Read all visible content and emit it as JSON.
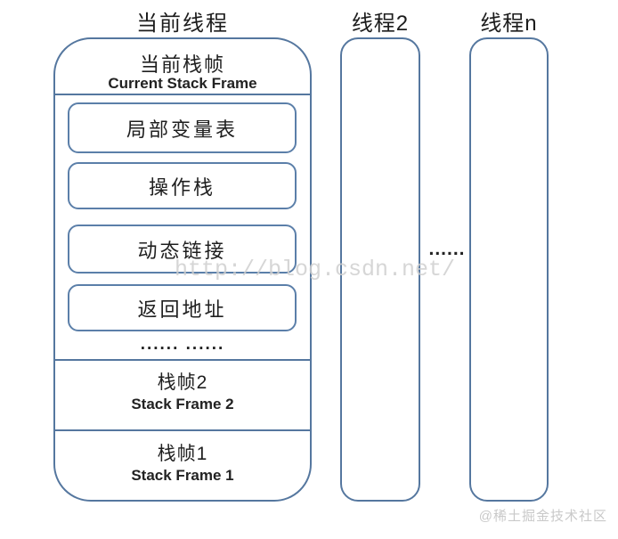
{
  "titles": {
    "current_thread": "当前线程"
  },
  "current_frame": {
    "title_zh": "当前栈帧",
    "title_en": "Current Stack Frame",
    "components": [
      "局部变量表",
      "操作栈",
      "动态链接",
      "返回地址"
    ],
    "ellipsis": "...... ......"
  },
  "frames": [
    {
      "zh": "栈帧2",
      "en": "Stack Frame 2"
    },
    {
      "zh": "栈帧1",
      "en": "Stack Frame 1"
    }
  ],
  "other_threads": [
    {
      "title": "线程2"
    },
    {
      "title": "线程n"
    }
  ],
  "between_threads_ellipsis": "......",
  "watermarks": {
    "url": "http://blog.csdn.net/",
    "community": "@稀土掘金技术社区"
  },
  "colors": {
    "border": "#55779f",
    "border-inner": "#5b7fa9",
    "watermark": "#cfcfcf",
    "watermark2": "#c9c9c9"
  }
}
